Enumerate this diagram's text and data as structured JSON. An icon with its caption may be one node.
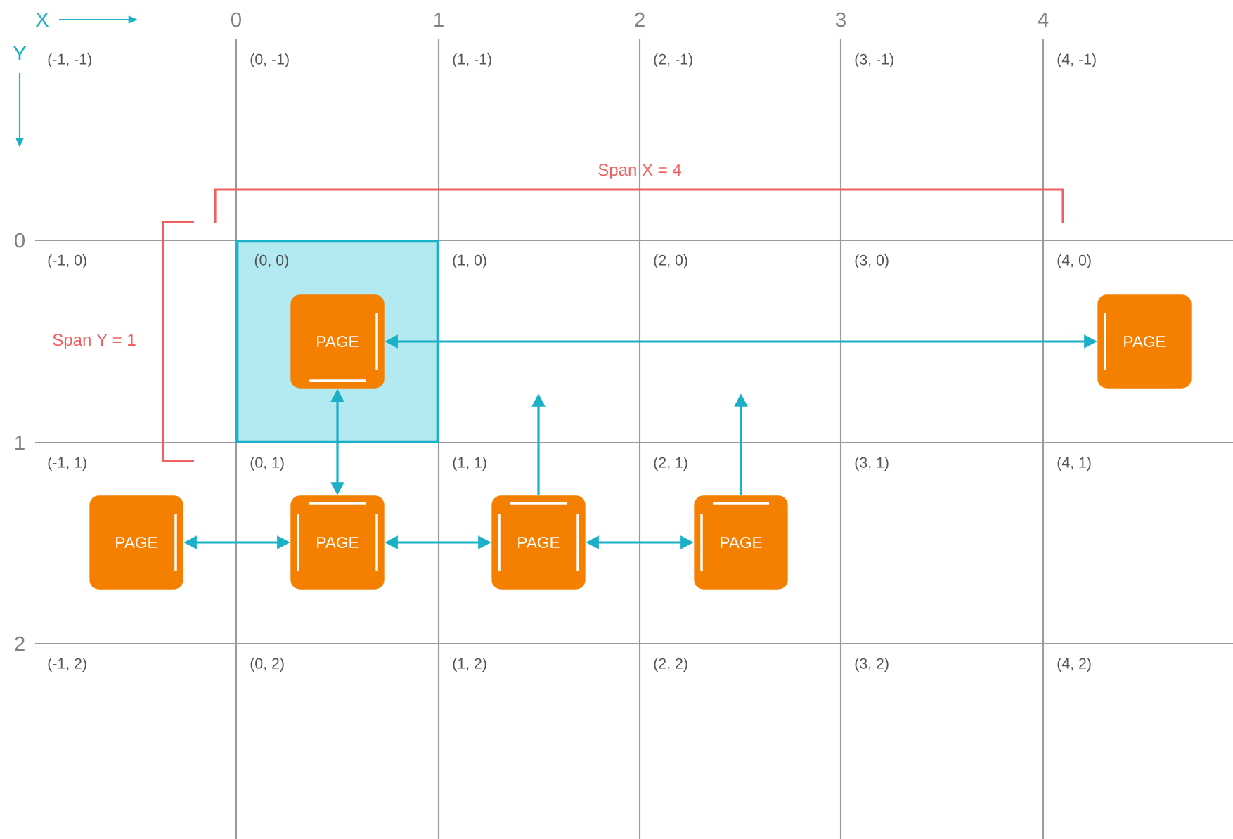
{
  "diagram": {
    "nodes": [
      {
        "text": [
          "(0, 0)"
        ]
      },
      {
        "text": [
          "PAGE"
        ],
        "in": 0
      },
      {
        "text": [
          "PAGE"
        ]
      },
      {
        "text": [
          "PAGE"
        ]
      },
      {
        "text": [
          "PAGE"
        ]
      },
      {
        "text": [
          "PAGE"
        ]
      },
      {
        "text": [
          "PAGE"
        ]
      }
    ],
    "edges": [
      {
        "from": 1,
        "to": 2,
        "arrow": "both"
      },
      {
        "from": 1,
        "to": 4,
        "arrow": "both"
      },
      {
        "from": 3,
        "to": 4,
        "arrow": "both"
      },
      {
        "from": 4,
        "to": 5,
        "arrow": "both"
      },
      {
        "from": 5,
        "to": 6,
        "arrow": "both"
      },
      {
        "from": 5,
        "to": null,
        "arrow": "to"
      },
      {
        "from": 6,
        "to": null,
        "arrow": "to"
      }
    ],
    "labels": [
      "X",
      "0",
      "1",
      "2",
      "3",
      "4",
      "Y",
      "(-1, -1)",
      "(0, -1)",
      "(1, -1)",
      "(2, -1)",
      "(3, -1)",
      "(4, -1)",
      "Span X = 4",
      "0",
      "(-1, 0)",
      "(1, 0)",
      "(2, 0)",
      "(3, 0)",
      "(4, 0)",
      "Span Y = 1",
      "1",
      "(-1, 1)",
      "(0, 1)",
      "(1, 1)",
      "(2, 1)",
      "(3, 1)",
      "(4, 1)",
      "2",
      "(-1, 2)",
      "(0, 2)",
      "(1, 2)",
      "(2, 2)",
      "(3, 2)",
      "(4, 2)"
    ]
  }
}
